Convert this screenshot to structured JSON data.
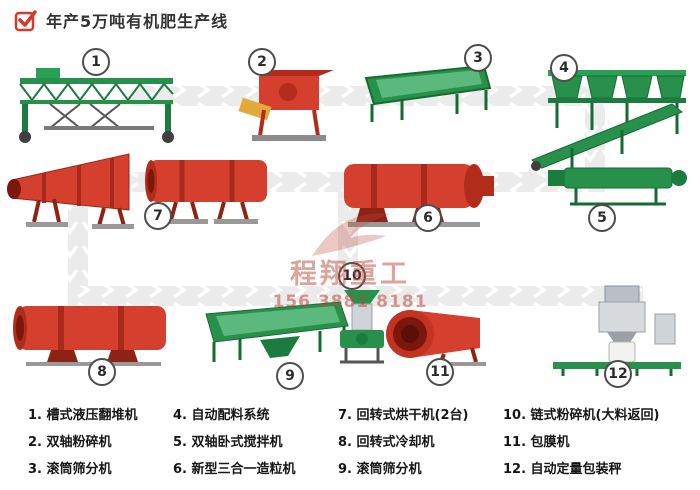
{
  "header": {
    "title": "年产5万吨有机肥生产线"
  },
  "watermark": {
    "brand": "程翔重工",
    "phone": "156 3881 8181"
  },
  "stations": [
    {
      "num": "1",
      "name": "槽式液压翻堆机"
    },
    {
      "num": "2",
      "name": "双轴粉碎机"
    },
    {
      "num": "3",
      "name": "滚筒筛分机"
    },
    {
      "num": "4",
      "name": "自动配料系统"
    },
    {
      "num": "5",
      "name": "双轴卧式搅拌机"
    },
    {
      "num": "6",
      "name": "新型三合一造粒机"
    },
    {
      "num": "7",
      "name": "回转式烘干机(2台)"
    },
    {
      "num": "8",
      "name": "回转式冷却机"
    },
    {
      "num": "9",
      "name": "滚筒筛分机"
    },
    {
      "num": "10",
      "name": "链式粉碎机(大料返回)"
    },
    {
      "num": "11",
      "name": "包膜机"
    },
    {
      "num": "12",
      "name": "自动定量包装秤"
    }
  ],
  "legend": {
    "col1": [
      "1. 槽式液压翻堆机",
      "2. 双轴粉碎机",
      "3. 滚筒筛分机"
    ],
    "col2": [
      "4. 自动配料系统",
      "5. 双轴卧式搅拌机",
      "6. 新型三合一造粒机"
    ],
    "col3": [
      "7. 回转式烘干机(2台)",
      "8. 回转式冷却机",
      "9. 滚筒筛分机"
    ],
    "col4": [
      "10. 链式粉碎机(大料返回)",
      "11. 包膜机",
      "12. 自动定量包装秤"
    ]
  },
  "colors": {
    "accent_red": "#d43a26",
    "machine_red": "#d5402e",
    "machine_green": "#27914b",
    "flow_gray": "#ebebeb",
    "watermark_red": "#ba493a"
  }
}
